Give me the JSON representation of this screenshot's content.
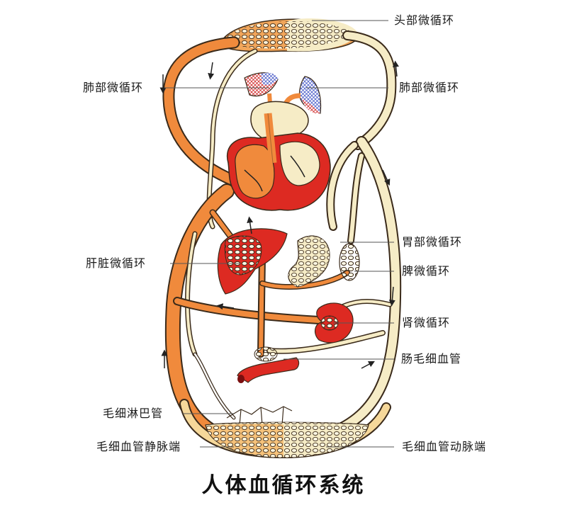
{
  "title": "人体血循环系统",
  "labels": {
    "head": "头部微循环",
    "lung_left": "肺部微循环",
    "lung_right": "肺部微循环",
    "stomach": "胃部微循环",
    "liver": "肝脏微循环",
    "spleen": "脾微循环",
    "kidney": "肾微循环",
    "intestine": "肠毛细血管",
    "lymph": "毛细淋巴管",
    "venous_end": "毛细血管静脉端",
    "arterial_end": "毛细血管动脉端"
  },
  "colors": {
    "artery": "#f08a3c",
    "vein": "#f5ecc4",
    "organ": "#dd2a22",
    "outline": "#3a2a1a",
    "lung_blue": "#4a5cc8",
    "leader_line": "#555555"
  }
}
